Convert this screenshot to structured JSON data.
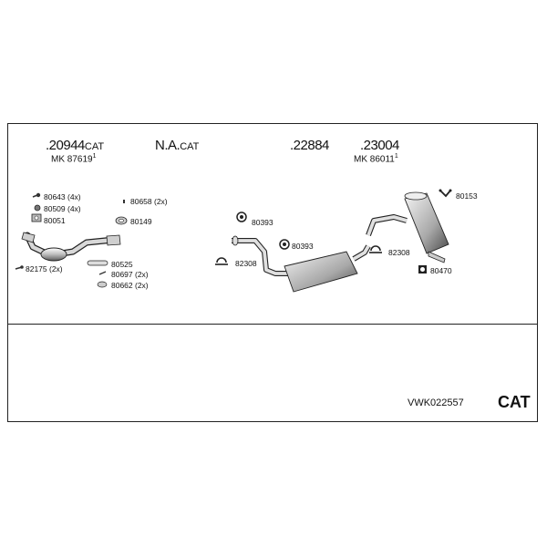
{
  "groups": [
    {
      "number": ".20944",
      "suffix": "CAT",
      "ref": "MK 87619",
      "ref_sup": "1"
    },
    {
      "number": "N.A.",
      "suffix": "CAT"
    },
    {
      "number": ".22884"
    },
    {
      "number": ".23004",
      "ref": "MK 86011",
      "ref_sup": "1"
    }
  ],
  "parts": [
    "80643 (4x)",
    "80509 (4x)",
    "80051",
    "80658 (2x)",
    "80149",
    "82175 (2x)",
    "80525",
    "80697 (2x)",
    "80662 (2x)",
    "80393",
    "80393",
    "82308",
    "82308",
    "80153",
    "80470"
  ],
  "footer": {
    "code": "VWK022557",
    "type": "CAT"
  }
}
